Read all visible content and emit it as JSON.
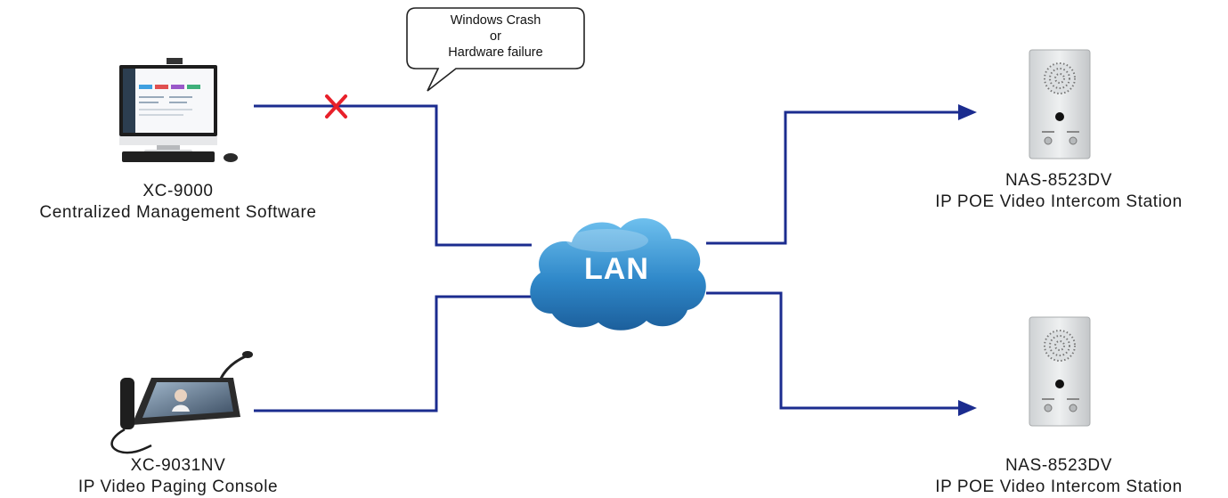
{
  "callout": {
    "line1": "Windows Crash",
    "line2": "or",
    "line3": "Hardware failure"
  },
  "network": {
    "label": "LAN"
  },
  "devices": {
    "software": {
      "model": "XC-9000",
      "description": "Centralized Management Software",
      "status": "failed"
    },
    "console": {
      "model": "XC-9031NV",
      "description": "IP Video Paging Console"
    },
    "station_top": {
      "model": "NAS-8523DV",
      "description": "IP POE Video Intercom Station"
    },
    "station_bottom": {
      "model": "NAS-8523DV",
      "description": "IP POE Video Intercom Station"
    }
  },
  "colors": {
    "link": "#1b2c8f",
    "failure_mark": "#e8202a",
    "cloud": "#2f88c9"
  },
  "icons": {
    "software": "desktop-computer-icon",
    "console": "paging-console-icon",
    "station": "intercom-station-icon",
    "failure": "red-cross-icon",
    "network": "cloud-icon"
  }
}
